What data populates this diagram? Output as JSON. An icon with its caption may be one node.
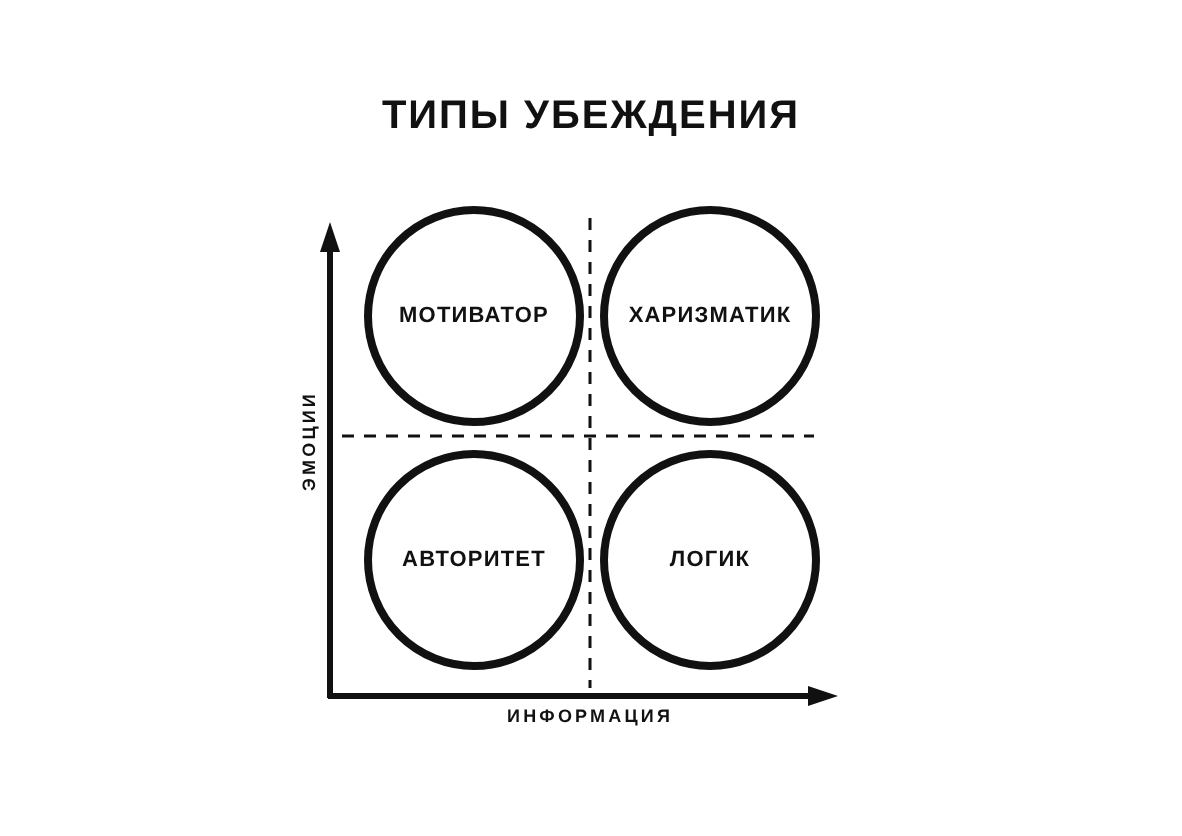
{
  "diagram": {
    "title": "ТИПЫ УБЕЖДЕНИЯ",
    "nodes": [
      {
        "text": [
          "МОТИВАТОР"
        ]
      },
      {
        "text": [
          "ХАРИЗМАТИК"
        ]
      },
      {
        "text": [
          "АВТОРИТЕТ"
        ]
      },
      {
        "text": [
          "ЛОГИК"
        ]
      }
    ],
    "labels": [
      "ЭМОЦИИ",
      "ИНФОРМАЦИЯ"
    ]
  }
}
